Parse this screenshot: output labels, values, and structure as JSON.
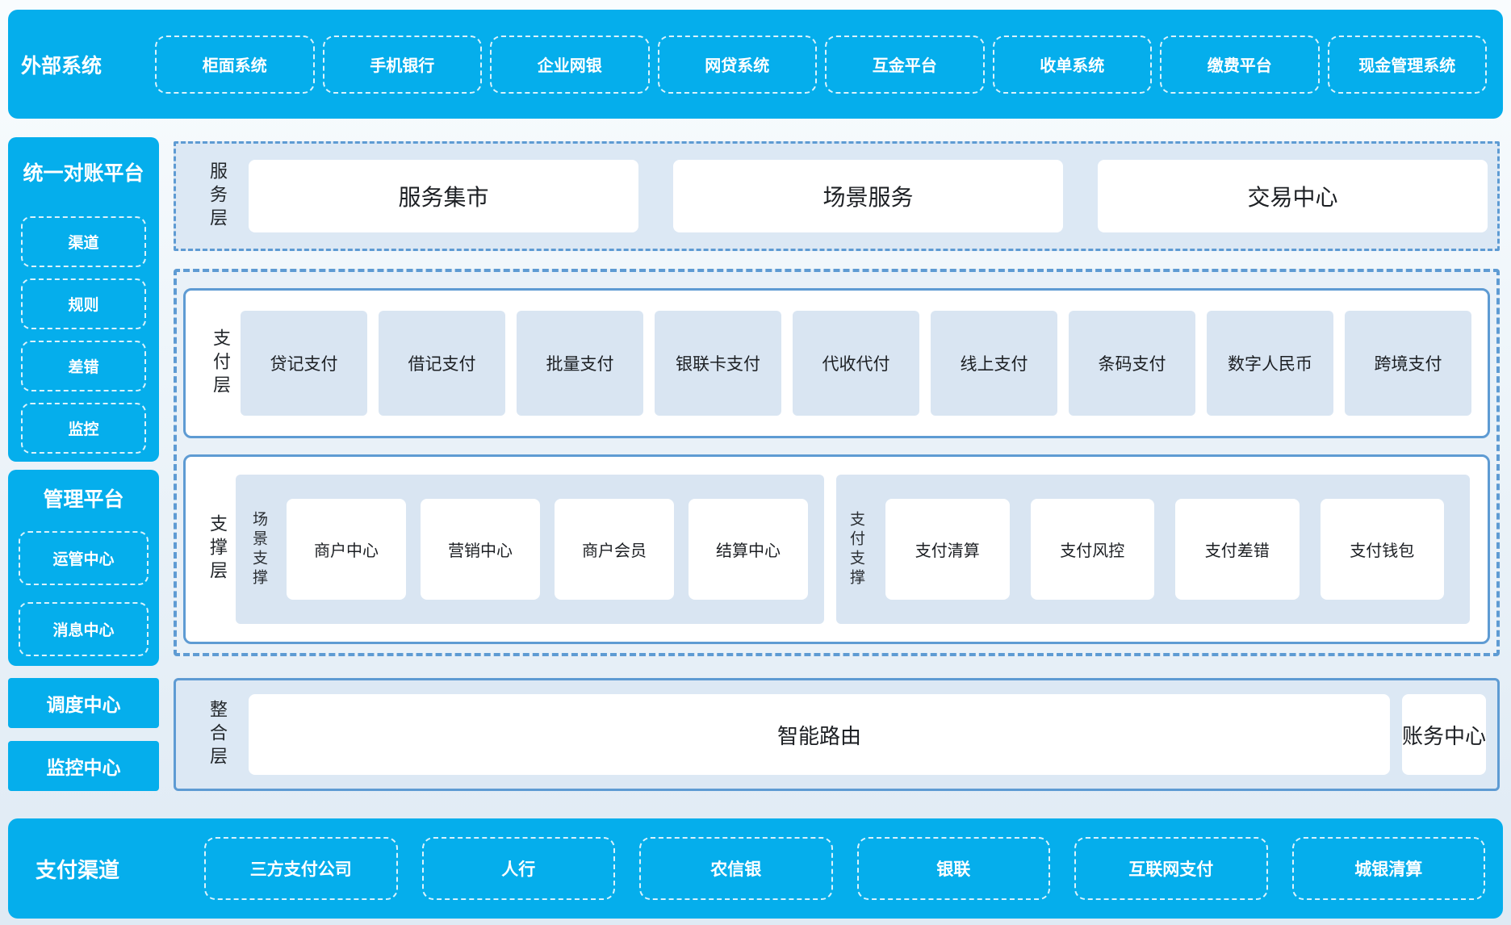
{
  "colors": {
    "primary_blue": "#05aeec",
    "panel_blue": "#dce8f4",
    "item_blue": "#d9e5f2",
    "border_blue": "#5e9bd3",
    "text_dark": "#1c1f23",
    "text_white": "#ffffff"
  },
  "top_bar": {
    "label": "外部系统",
    "items": [
      "柜面系统",
      "手机银行",
      "企业网银",
      "网贷系统",
      "互金平台",
      "收单系统",
      "缴费平台",
      "现金管理系统"
    ]
  },
  "sidebar": {
    "reconciliation": {
      "title": "统一对账平台",
      "items": [
        "渠道",
        "规则",
        "差错",
        "监控"
      ]
    },
    "management": {
      "title": "管理平台",
      "items": [
        "运管中心",
        "消息中心"
      ]
    },
    "dispatch_center": "调度中心",
    "monitor_center": "监控中心"
  },
  "service_layer": {
    "label": "服务层",
    "items": [
      "服务集市",
      "场景服务",
      "交易中心"
    ]
  },
  "payment_layer": {
    "label": "支付层",
    "items": [
      "贷记支付",
      "借记支付",
      "批量支付",
      "银联卡支付",
      "代收代付",
      "线上支付",
      "条码支付",
      "数字人民币",
      "跨境支付"
    ]
  },
  "support_layer": {
    "label": "支撑层",
    "groups": [
      {
        "label": "场景支撑",
        "items": [
          "商户中心",
          "营销中心",
          "商户会员",
          "结算中心"
        ]
      },
      {
        "label": "支付支撑",
        "items": [
          "支付清算",
          "支付风控",
          "支付差错",
          "支付钱包"
        ]
      }
    ]
  },
  "integration_layer": {
    "label": "整合层",
    "items": [
      "智能路由",
      "账务中心"
    ]
  },
  "bottom_bar": {
    "label": "支付渠道",
    "items": [
      "三方支付公司",
      "人行",
      "农信银",
      "银联",
      "互联网支付",
      "城银清算"
    ]
  }
}
